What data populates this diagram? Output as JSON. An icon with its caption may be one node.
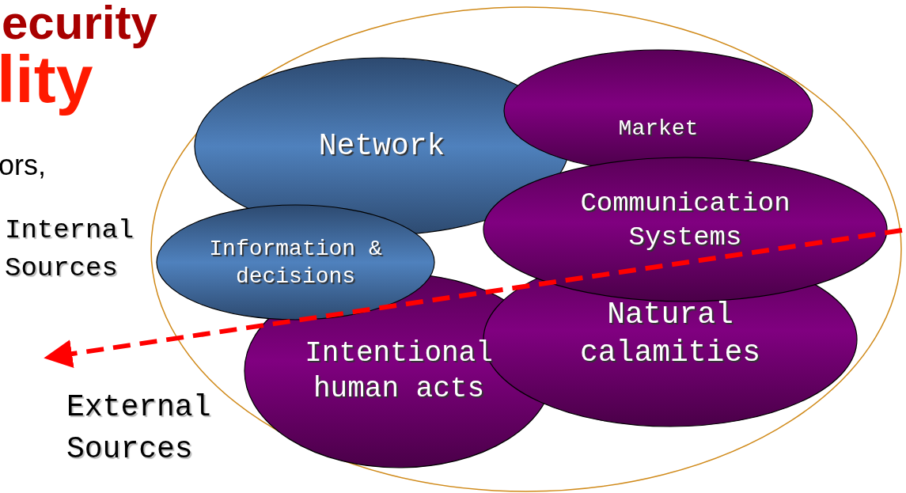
{
  "diagram": {
    "nodes": [
      {
        "text": [],
        "shape": "circle"
      },
      {
        "text": [
          "Network"
        ],
        "in": 0
      },
      {
        "text": [
          "Market"
        ],
        "in": 0
      },
      {
        "text": [
          "Communication Systems"
        ],
        "in": 0
      },
      {
        "text": [
          "Information & decisions"
        ],
        "in": 0
      },
      {
        "text": [
          "Natural calamities"
        ],
        "in": 0
      },
      {
        "text": [
          "Intentional human acts"
        ],
        "in": 0
      }
    ],
    "edges": [],
    "labels": [
      "ecurity",
      "lity",
      "ors,",
      "Internal Sources",
      "External Sources"
    ]
  }
}
